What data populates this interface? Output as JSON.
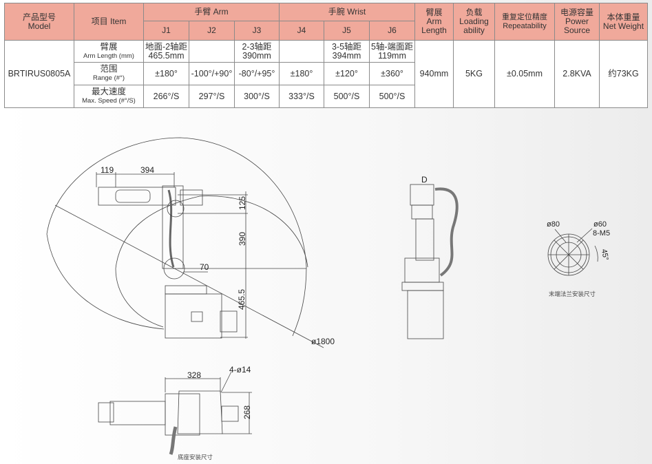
{
  "table": {
    "header": {
      "model_cn": "产品型号",
      "model_en": "Model",
      "item": "项目 Item",
      "arm_group": "手臂 Arm",
      "wrist_group": "手腕 Wrist",
      "joints": [
        "J1",
        "J2",
        "J3",
        "J4",
        "J5",
        "J6"
      ],
      "arm_length_cn": "臂展",
      "arm_length_en1": "Arm",
      "arm_length_en2": "Length",
      "loading_cn": "负载",
      "loading_en1": "Loading",
      "loading_en2": "ability",
      "repeat_cn": "重复定位精度",
      "repeat_en": "Repeatability",
      "power_cn": "电源容量",
      "power_en1": "Power",
      "power_en2": "Source",
      "weight_cn": "本体重量",
      "weight_en": "Net Weight"
    },
    "model": "BRTIRUS0805A",
    "rows": [
      {
        "label_cn": "臂展",
        "label_en": "Arm Length (mm)",
        "cells": [
          [
            "地面-2轴距",
            "465.5mm"
          ],
          [
            "",
            ""
          ],
          [
            "2-3轴距",
            "390mm"
          ],
          [
            "",
            ""
          ],
          [
            "3-5轴距",
            "394mm"
          ],
          [
            "5轴-端面距",
            "119mm"
          ]
        ]
      },
      {
        "label_cn": "范围",
        "label_en": "Range (#°)",
        "cells": [
          "±180°",
          "-100°/+90°",
          "-80°/+95°",
          "±180°",
          "±120°",
          "±360°"
        ]
      },
      {
        "label_cn": "最大速度",
        "label_en": "Max. Speed (#°/S)",
        "cells": [
          "266°/S",
          "297°/S",
          "300°/S",
          "333°/S",
          "500°/S",
          "500°/S"
        ]
      }
    ],
    "arm_length": "940mm",
    "loading": "5KG",
    "repeatability": "±0.05mm",
    "power": "2.8KVA",
    "weight": "约73KG"
  },
  "drawings": {
    "side": {
      "d119": "119",
      "d394": "394",
      "d125": "125",
      "d390": "390",
      "d70": "70",
      "d465": "465.5",
      "reach": "ø1800"
    },
    "front": {
      "label": "D"
    },
    "flange": {
      "d80": "ø80",
      "d60": "ø60",
      "thread": "8-M5",
      "angle": "45°",
      "caption": "末端法兰安装尺寸"
    },
    "base": {
      "d328": "328",
      "holes": "4-ø14",
      "d268": "268",
      "caption": "底座安装尺寸"
    }
  }
}
